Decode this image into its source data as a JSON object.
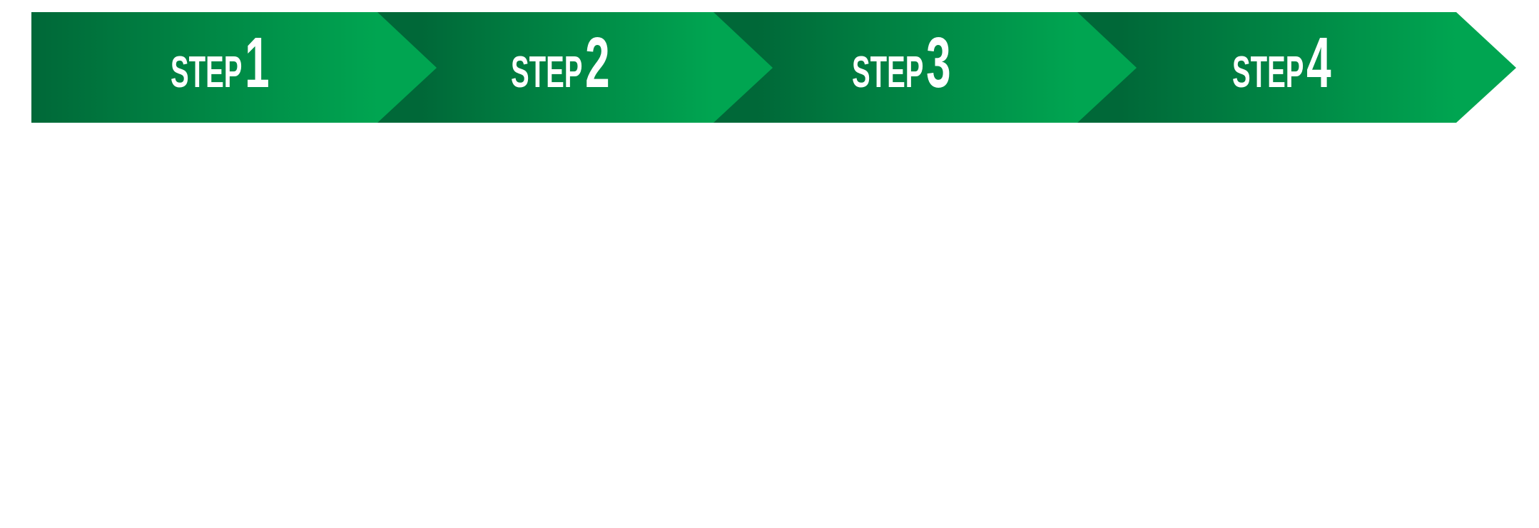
{
  "colors": {
    "dark_green": "#006838",
    "light_green": "#00a551",
    "text": "#ffffff"
  },
  "steps": [
    {
      "word": "STEP",
      "number": "1"
    },
    {
      "word": "STEP",
      "number": "2"
    },
    {
      "word": "STEP",
      "number": "3"
    },
    {
      "word": "STEP",
      "number": "4"
    }
  ]
}
